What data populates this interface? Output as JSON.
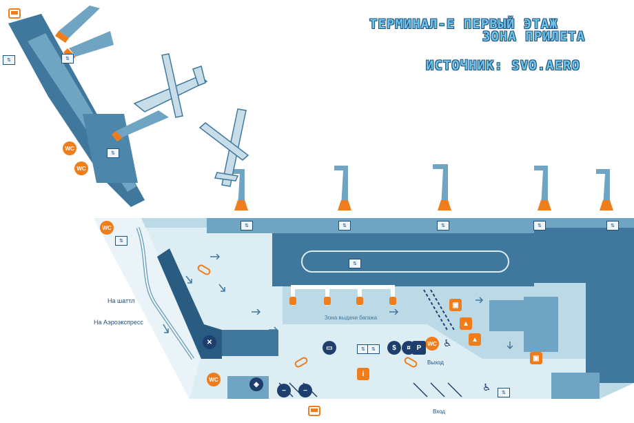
{
  "title": {
    "line1": "ТЕРМИНАЛ-E ПЕРВЫЙ ЭТАЖ",
    "line2": "ЗОНА ПРИЛЕТА",
    "source": "ИСТОЧНИК: SVO.AERO"
  },
  "labels": {
    "shuttle": "На шаттл",
    "aeroexpress": "На Аэроэкспресс",
    "baggage_zone": "Зона выдачи багажа",
    "exit": "Выход",
    "entrance": "Вход"
  },
  "amenities": {
    "wc": "WC",
    "info": "i",
    "parking": "P",
    "escalator": "⇅"
  },
  "colors": {
    "dark_blue": "#3f779d",
    "mid_blue": "#6fa4c2",
    "light_blue": "#bcd9e6",
    "pale_blue": "#dcedf4",
    "navy": "#1e3f6e",
    "orange": "#f07d1b",
    "title": "#6ec3e8"
  }
}
